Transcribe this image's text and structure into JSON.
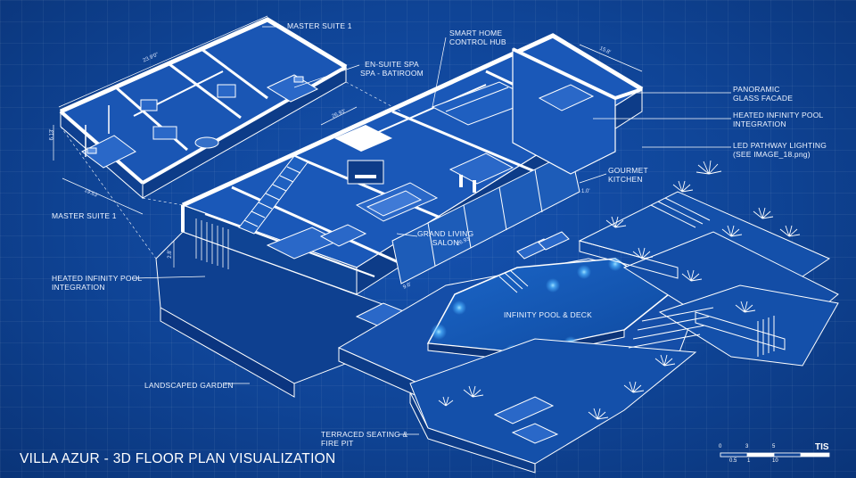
{
  "title": "VILLA AZUR - 3D FLOOR PLAN VISUALIZATION",
  "labels": {
    "master_suite_top": "MASTER SUITE 1",
    "master_suite_left": "MASTER SUITE 1",
    "ensuite_line1": "EN-SUITE SPA",
    "ensuite_line2": "SPA - BATIROOM",
    "smart_home_line1": "SMART HOME",
    "smart_home_line2": "CONTROL HUB",
    "panoramic_line1": "PANORAMIC",
    "panoramic_line2": "GLASS FACADE",
    "heated_right_line1": "HEATED INFINITY POOL",
    "heated_right_line2": "INTEGRATION",
    "led_line1": "LED PATHWAY LIGHTING",
    "led_line2": "(SEE IMAGE_18.png)",
    "gourmet_line1": "GOURMET",
    "gourmet_line2": "KITCHEN",
    "grand_living_line1": "GRAND LIVING",
    "grand_living_line2": "SALON",
    "heated_left_line1": "HEATED INFINITY POOL",
    "heated_left_line2": "INTEGRATION",
    "infinity_pool": "INFINITY POOL & DECK",
    "landscaped_garden": "LANDSCAPED GARDEN",
    "terraced_line1": "TERRACED SEATING &",
    "terraced_line2": "FIRE PIT"
  },
  "dimensions": {
    "d1": "23.9'0\"",
    "d2": "26.93'",
    "d3": "15.8'",
    "d4": "26.93'",
    "d5": "6.13'",
    "d6": "1.0'",
    "d7": "19.63'",
    "d8": "2.8'",
    "d9": "9.6'"
  },
  "scale": {
    "top": [
      "0",
      "3",
      "5"
    ],
    "bottom": [
      "0.5",
      "1",
      "10"
    ]
  },
  "logo": "TIS",
  "colors": {
    "background": "#0f4496",
    "line": "#ffffff",
    "pool_glow": "#4fb4ff"
  }
}
